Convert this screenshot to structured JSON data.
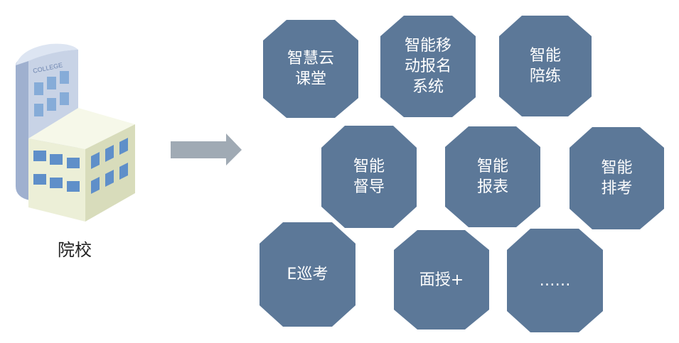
{
  "diagram": {
    "school": {
      "label": "院校",
      "sign_text": "COLLEGE"
    },
    "modules": [
      {
        "label": "智慧云\n课堂"
      },
      {
        "label": "智能移\n动报名\n系统"
      },
      {
        "label": "智能\n陪练"
      },
      {
        "label": "智能\n督导"
      },
      {
        "label": "智能\n报表"
      },
      {
        "label": "智能\n排考"
      },
      {
        "label": "E巡考"
      },
      {
        "label": "面授+"
      },
      {
        "label": "……"
      }
    ]
  },
  "colors": {
    "hex_fill": "#5c7898",
    "hex_text": "#ffffff",
    "arrow": "#a0aab4",
    "tower_front": "#c8d3e6",
    "tower_side": "#9fb0cf",
    "block_front": "#ecefd7",
    "block_side": "#d8dcbb",
    "block_top": "#f6f8e9",
    "window": "#5f8fc9"
  }
}
